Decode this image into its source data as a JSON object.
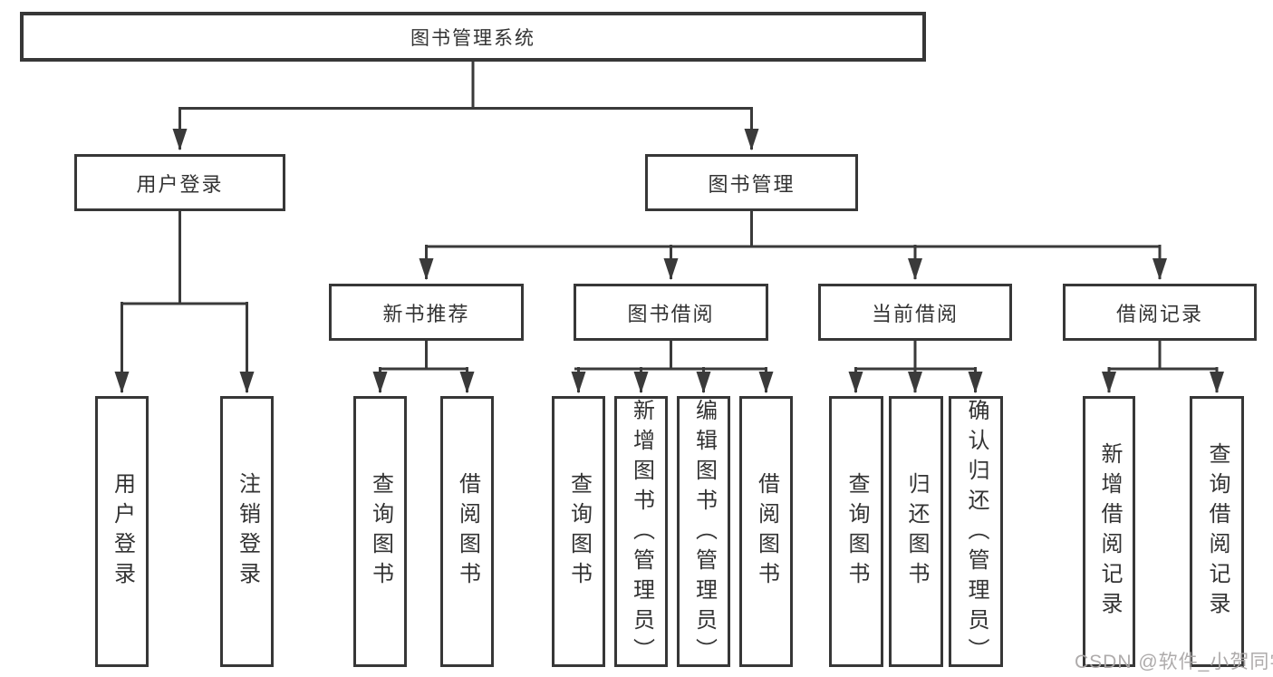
{
  "root": {
    "label": "图书管理系统"
  },
  "user": {
    "label": "用户登录",
    "children": [
      {
        "label": "用户登录"
      },
      {
        "label": "注销登录"
      }
    ]
  },
  "book": {
    "label": "图书管理",
    "groups": [
      {
        "label": "新书推荐",
        "children": [
          {
            "label": "查询图书"
          },
          {
            "label": "借阅图书"
          }
        ]
      },
      {
        "label": "图书借阅",
        "children": [
          {
            "label": "查询图书"
          },
          {
            "label": "新增图书（管理员）"
          },
          {
            "label": "编辑图书（管理员）"
          },
          {
            "label": "借阅图书"
          }
        ]
      },
      {
        "label": "当前借阅",
        "children": [
          {
            "label": "查询图书"
          },
          {
            "label": "归还图书"
          },
          {
            "label": "确认归还（管理员）"
          }
        ]
      },
      {
        "label": "借阅记录",
        "children": [
          {
            "label": "新增借阅记录"
          },
          {
            "label": "查询借阅记录"
          }
        ]
      }
    ]
  },
  "watermark": {
    "text": "CSDN @软件_小贺同学"
  },
  "colors": {
    "line": "#3a3a3a",
    "border": "#373737",
    "text": "#333333",
    "watermark": "#aaa6a6"
  }
}
